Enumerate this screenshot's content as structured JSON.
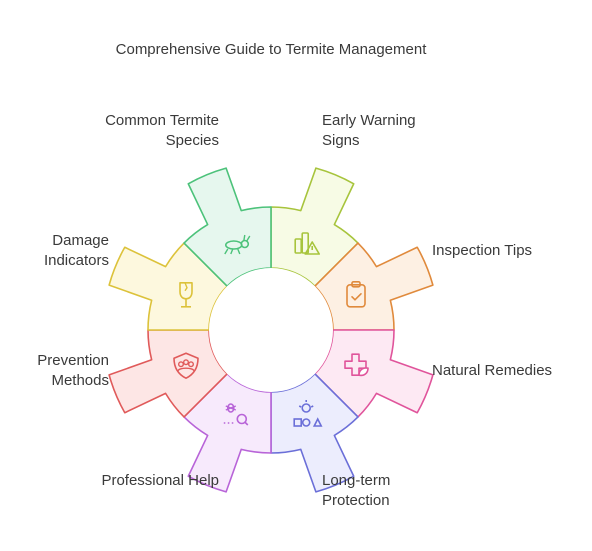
{
  "title": "Comprehensive Guide to Termite Management",
  "sections": [
    {
      "label_lines": [
        "Early Warning",
        "Signs"
      ],
      "fill": "#f7fbe5",
      "stroke": "#a7c43c",
      "icon": "warning-signs-icon"
    },
    {
      "label_lines": [
        "Inspection Tips"
      ],
      "fill": "#fdf0e3",
      "stroke": "#e08a3c",
      "icon": "clipboard-check-icon"
    },
    {
      "label_lines": [
        "Natural Remedies"
      ],
      "fill": "#fde9f3",
      "stroke": "#e0549b",
      "icon": "herbal-cross-icon"
    },
    {
      "label_lines": [
        "Long-term",
        "Protection"
      ],
      "fill": "#ecedfd",
      "stroke": "#6b6fd8",
      "icon": "lightbulb-shapes-icon"
    },
    {
      "label_lines": [
        "Professional Help"
      ],
      "fill": "#f7eafc",
      "stroke": "#b864d8",
      "icon": "bug-search-icon"
    },
    {
      "label_lines": [
        "Prevention",
        "Methods"
      ],
      "fill": "#fde6e5",
      "stroke": "#e05a5a",
      "icon": "shield-people-icon"
    },
    {
      "label_lines": [
        "Damage",
        "Indicators"
      ],
      "fill": "#fdf8de",
      "stroke": "#dcc23a",
      "icon": "broken-glass-icon"
    },
    {
      "label_lines": [
        "Common Termite",
        "Species"
      ],
      "fill": "#e6f7ee",
      "stroke": "#4cc27a",
      "icon": "termite-icon"
    }
  ]
}
